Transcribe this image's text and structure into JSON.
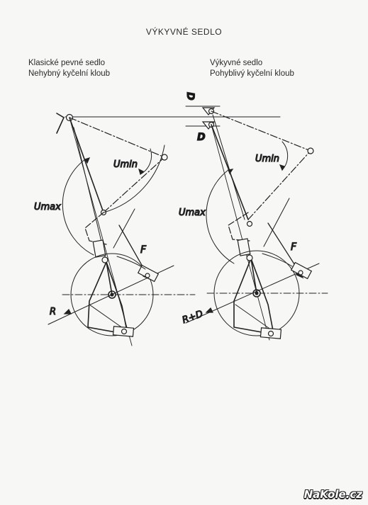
{
  "title": "VÝKYVNÉ  SEDLO",
  "left": {
    "caption_1": "Klasické pevné sedlo",
    "caption_2": "Nehybný kyčelní kloub",
    "u_min": "Umin",
    "u_max": "Umax",
    "force": "F",
    "radius": "R"
  },
  "right": {
    "caption_1": "Výkyvné  sedlo",
    "caption_2": "Pohyblivý kyčelní kloub",
    "u_min": "Umin",
    "u_max": "Umax",
    "force": "F",
    "radius": "R+D",
    "offset_top": "D",
    "offset_bottom": "D"
  },
  "watermark": "NaKole.cz"
}
